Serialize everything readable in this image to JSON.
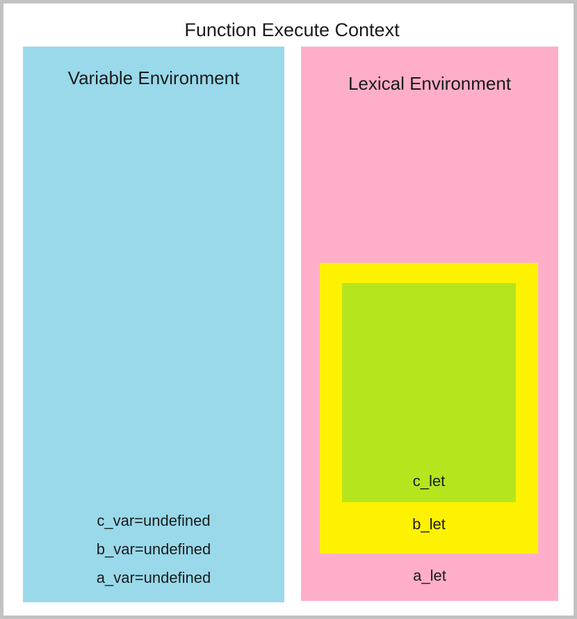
{
  "title": "Function Execute Context",
  "colors": {
    "page_background": "#ffffff",
    "frame_border": "#c2c2c2",
    "variable_env_box": "#99d9ea",
    "lexical_env_box": "#ffaec9",
    "b_let_scope_box": "#fff200",
    "c_let_scope_box": "#b5e61d",
    "text": "#1b1b1b"
  },
  "variable_environment": {
    "label": "Variable Environment",
    "vars": [
      "c_var=undefined",
      "b_var=undefined",
      "a_var=undefined"
    ]
  },
  "lexical_environment": {
    "label": "Lexical Environment",
    "a_let_label": "a_let",
    "b_let_label": "b_let",
    "c_let_label": "c_let"
  }
}
